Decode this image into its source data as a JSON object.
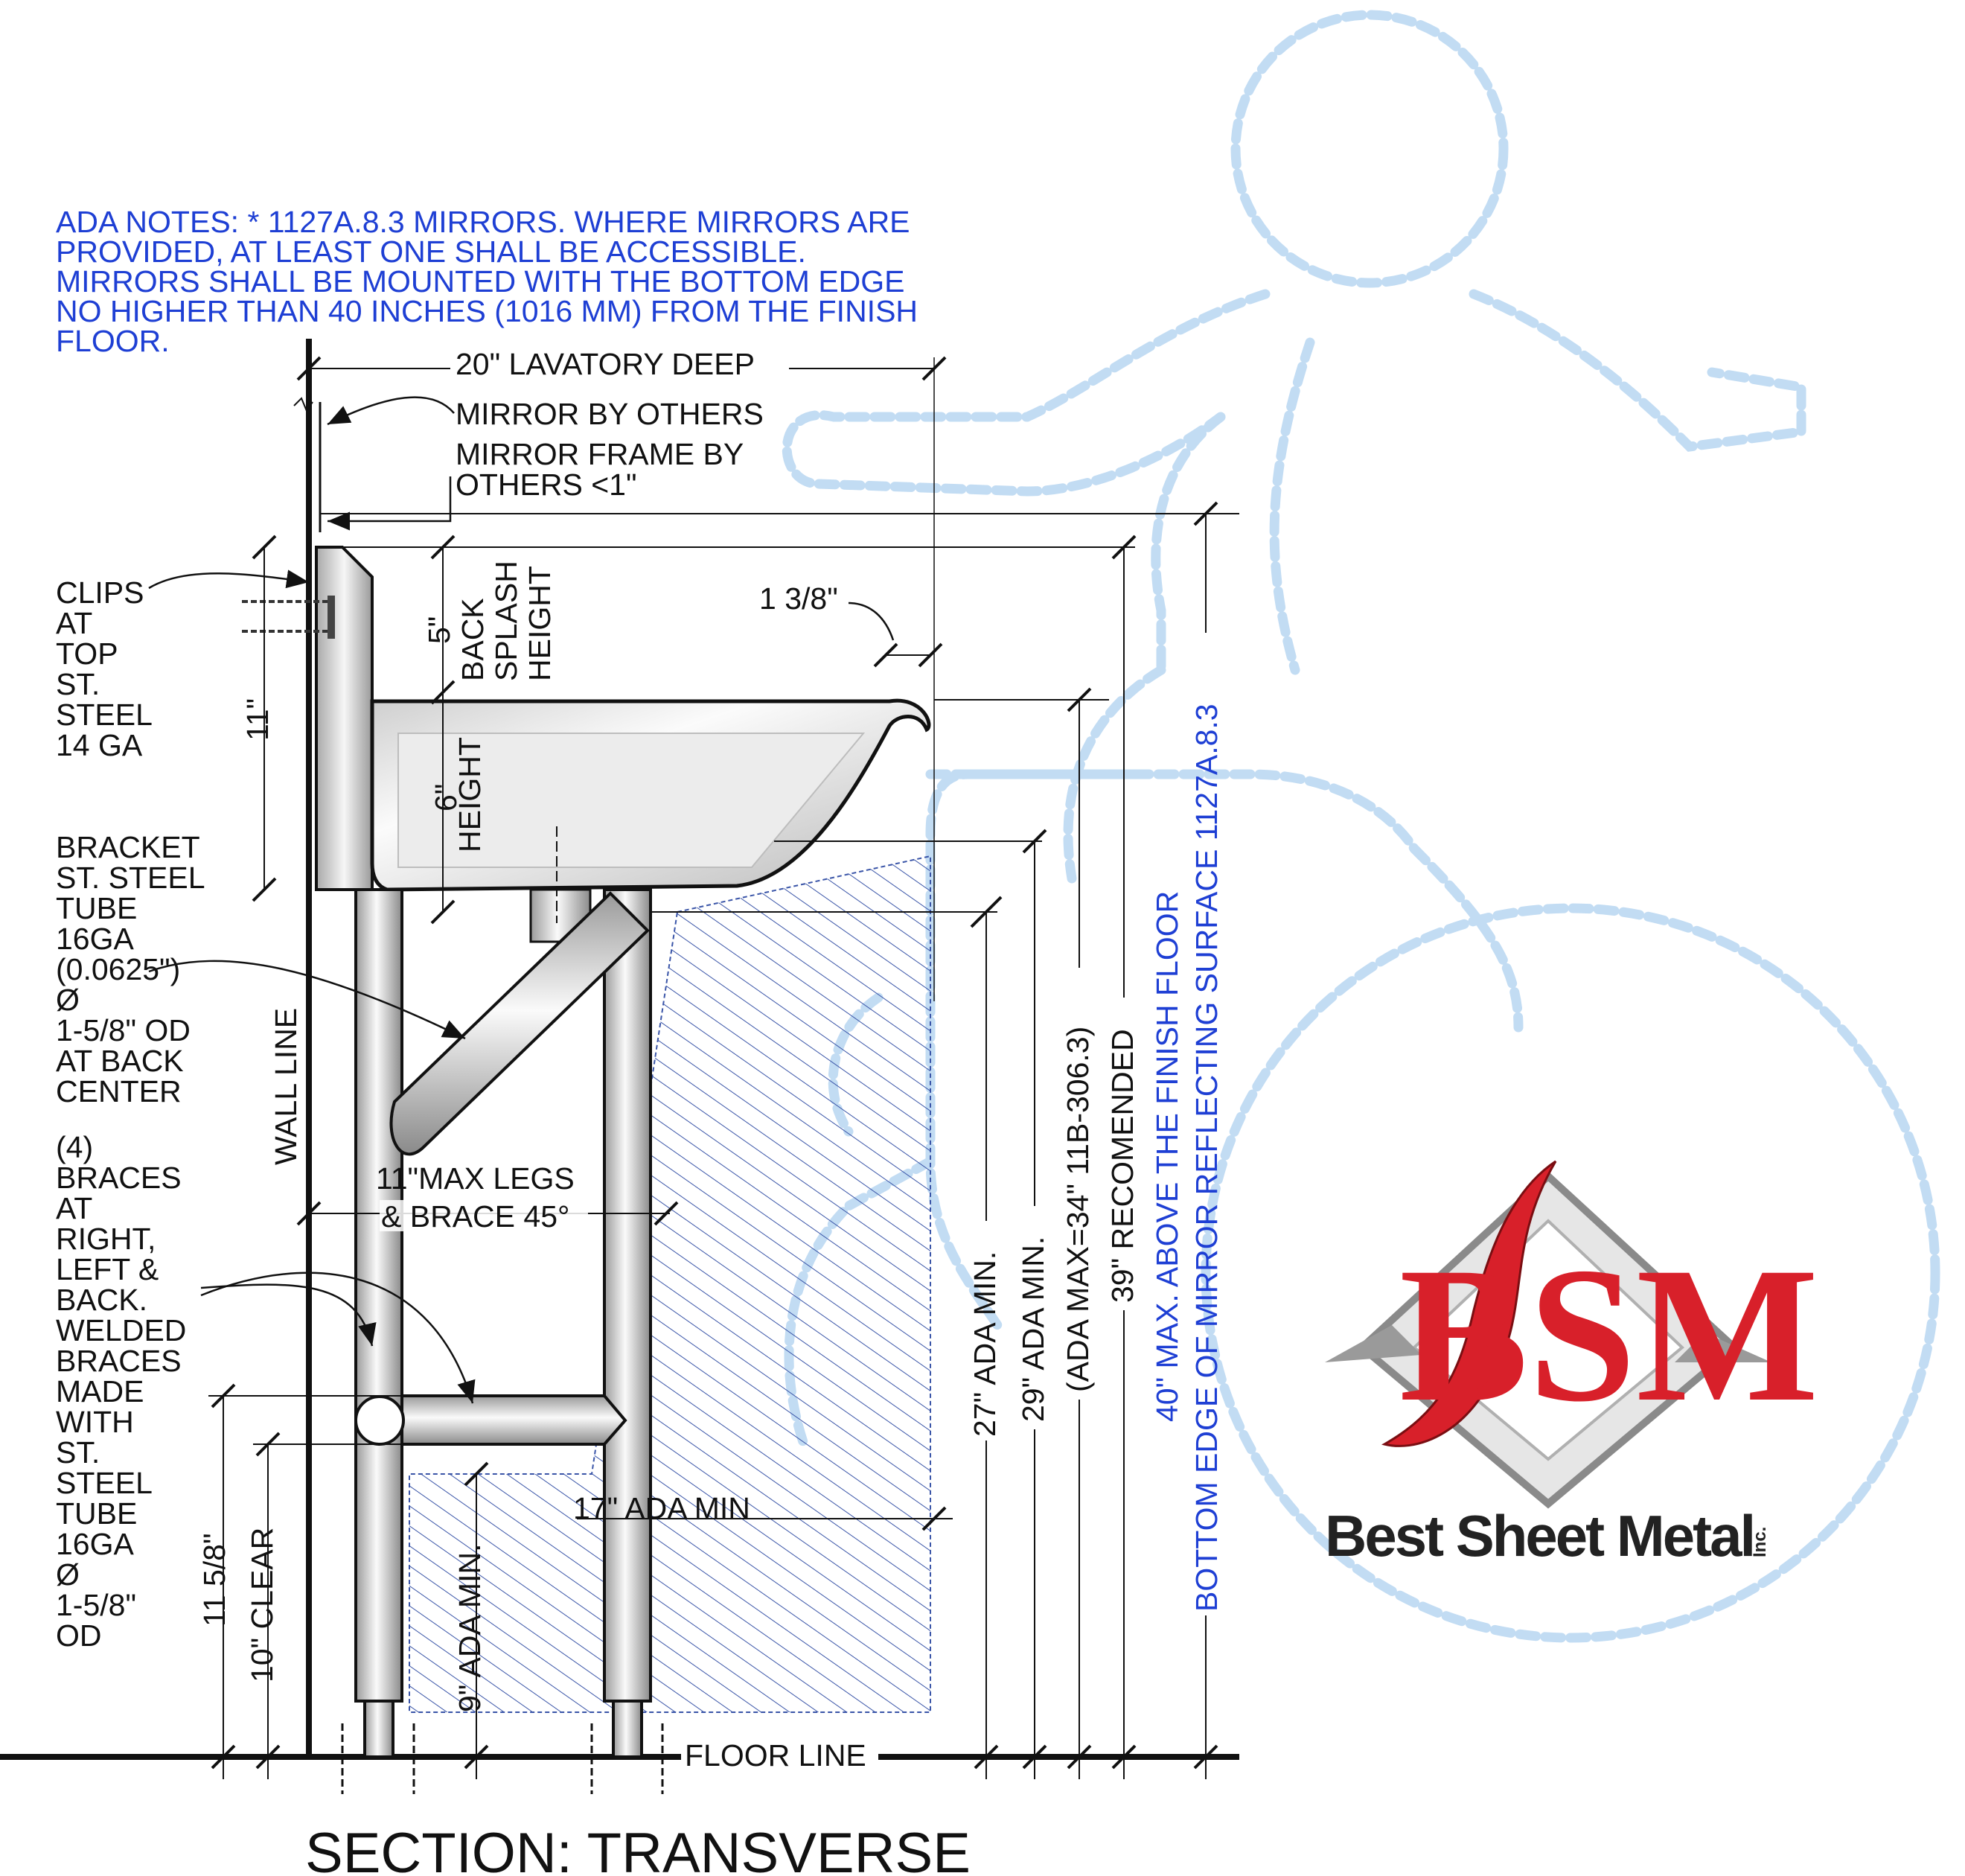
{
  "ada_notes": {
    "lines": [
      "ADA NOTES: * 1127A.8.3 MIRRORS.  WHERE MIRRORS ARE",
      "PROVIDED, AT LEAST ONE SHALL BE ACCESSIBLE.",
      "MIRRORS SHALL BE MOUNTED WITH THE BOTTOM EDGE",
      "NO HIGHER THAN 40 INCHES (1016 MM) FROM THE FINISH",
      "FLOOR."
    ]
  },
  "callouts": {
    "lavatory_deep": "20\" LAVATORY DEEP",
    "mirror": "MIRROR BY OTHERS",
    "mirror_frame": [
      "MIRROR FRAME BY",
      "OTHERS <1\""
    ],
    "clips": [
      "CLIPS",
      "AT",
      "TOP",
      "ST.",
      "STEEL",
      "14 GA"
    ],
    "bracket": [
      "BRACKET",
      "ST. STEEL",
      "TUBE",
      "16GA",
      "(0.0625\")",
      "Ø",
      "1-5/8\" OD",
      "AT  BACK",
      "CENTER"
    ],
    "braces": [
      "(4)",
      "BRACES",
      "AT",
      "RIGHT,",
      "LEFT &",
      "BACK.",
      "WELDED",
      "BRACES",
      "MADE",
      "WITH",
      "ST.",
      "STEEL",
      "TUBE",
      "16GA",
      "Ø",
      "1-5/8\"",
      "OD"
    ],
    "legs": [
      "11\"MAX LEGS",
      "& BRACE 45°"
    ],
    "bowl_rim": "1 3/8\"",
    "ada_17": "17\" ADA MIN",
    "floor_line": "FLOOR LINE",
    "wall_line": "WALL LINE"
  },
  "vertical_dims": {
    "backsplash_height": "11\"",
    "backsplash_label": [
      "5\"",
      "BACK",
      "SPLASH",
      "HEIGHT"
    ],
    "bowl_height": [
      "6\"",
      "HEIGHT"
    ],
    "shelf_height": "11 5/8\"",
    "clear": "10\" CLEAR",
    "knee_9": "9\" ADA MIN.",
    "ada_27": "27\" ADA MIN.",
    "ada_29": "29\" ADA MIN.",
    "ada_34": "(ADA MAX=34\" 11B-306.3)",
    "recommended_39": "39\" RECOMENDED",
    "mirror_40": "40\" MAX. ABOVE THE FINISH FLOOR",
    "mirror_surface": "BOTTOM EDGE OF MIRROR REFLECTING SURFACE 1127A.8.3"
  },
  "section_title": "SECTION: TRANSVERSE",
  "logo": {
    "initials": "BSM",
    "name": "Best Sheet Metal",
    "suffix": "Inc.",
    "color_red": "#d8202a",
    "color_gray": "#8a8a8a"
  },
  "colors": {
    "ada_figure": "#c2dcf3",
    "hatch": "#3a55a8",
    "ada_text": "#1e3fd4",
    "steel_light": "#f2f2f2",
    "steel_dark": "#8c8c8c"
  }
}
